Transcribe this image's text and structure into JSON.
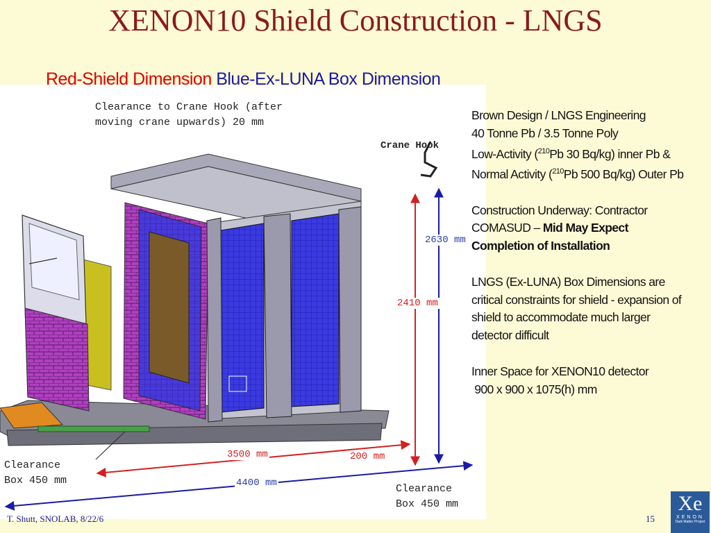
{
  "slide": {
    "title": "XENON10 Shield Construction - LNGS",
    "subtitle_red": "Red-Shield Dimension",
    "subtitle_blue": "Blue-Ex-LUNA Box Dimension"
  },
  "figure": {
    "clearance_top_line1": "Clearance to Crane Hook (after",
    "clearance_top_line2": "moving crane upwards) 20 mm",
    "crane_hook": "Crane Hook",
    "dim_2630": "2630 mm",
    "dim_2410": "2410 mm",
    "dim_3500": "3500 mm",
    "dim_200": "200 mm",
    "dim_4400": "4400 mm",
    "clearance_left_line1": "Clearance",
    "clearance_left_line2": "Box 450 mm",
    "clearance_right_line1": "Clearance",
    "clearance_right_line2": "Box 450 mm"
  },
  "notes": {
    "l1": "Brown  Design / LNGS Engineering",
    "l2": "40 Tonne Pb / 3.5 Tonne Poly",
    "l3a": "Low-Activity (",
    "l3sup": "210",
    "l3b": "Pb 30 Bq/kg) inner Pb &",
    "l4a": "Normal Activity (",
    "l4sup": "210",
    "l4b": "Pb 500 Bq/kg) Outer Pb",
    "l5": "Construction Underway: Contractor",
    "l6a": "COMASUD – ",
    "l6b": "Mid May Expect",
    "l7": "Completion of Installation",
    "l8": "LNGS (Ex-LUNA) Box Dimensions are",
    "l9": "critical constraints for shield - expansion of",
    "l10": "shield to accommodate much larger",
    "l11": "detector difficult",
    "l12": "Inner Space for XENON10 detector",
    "l13": " 900 x 900 x 1075(h) mm"
  },
  "footer": {
    "author": "T. Shutt, SNOLAB, 8/22/6",
    "page": "15"
  },
  "logo": {
    "symbol": "Xe",
    "name": "XENON",
    "tagline": "Dark Matter Project"
  },
  "colors": {
    "title": "#8b1a1a",
    "red_dim": "#e00000",
    "blue_dim": "#1a1aa8",
    "background": "#fdfbd6"
  }
}
